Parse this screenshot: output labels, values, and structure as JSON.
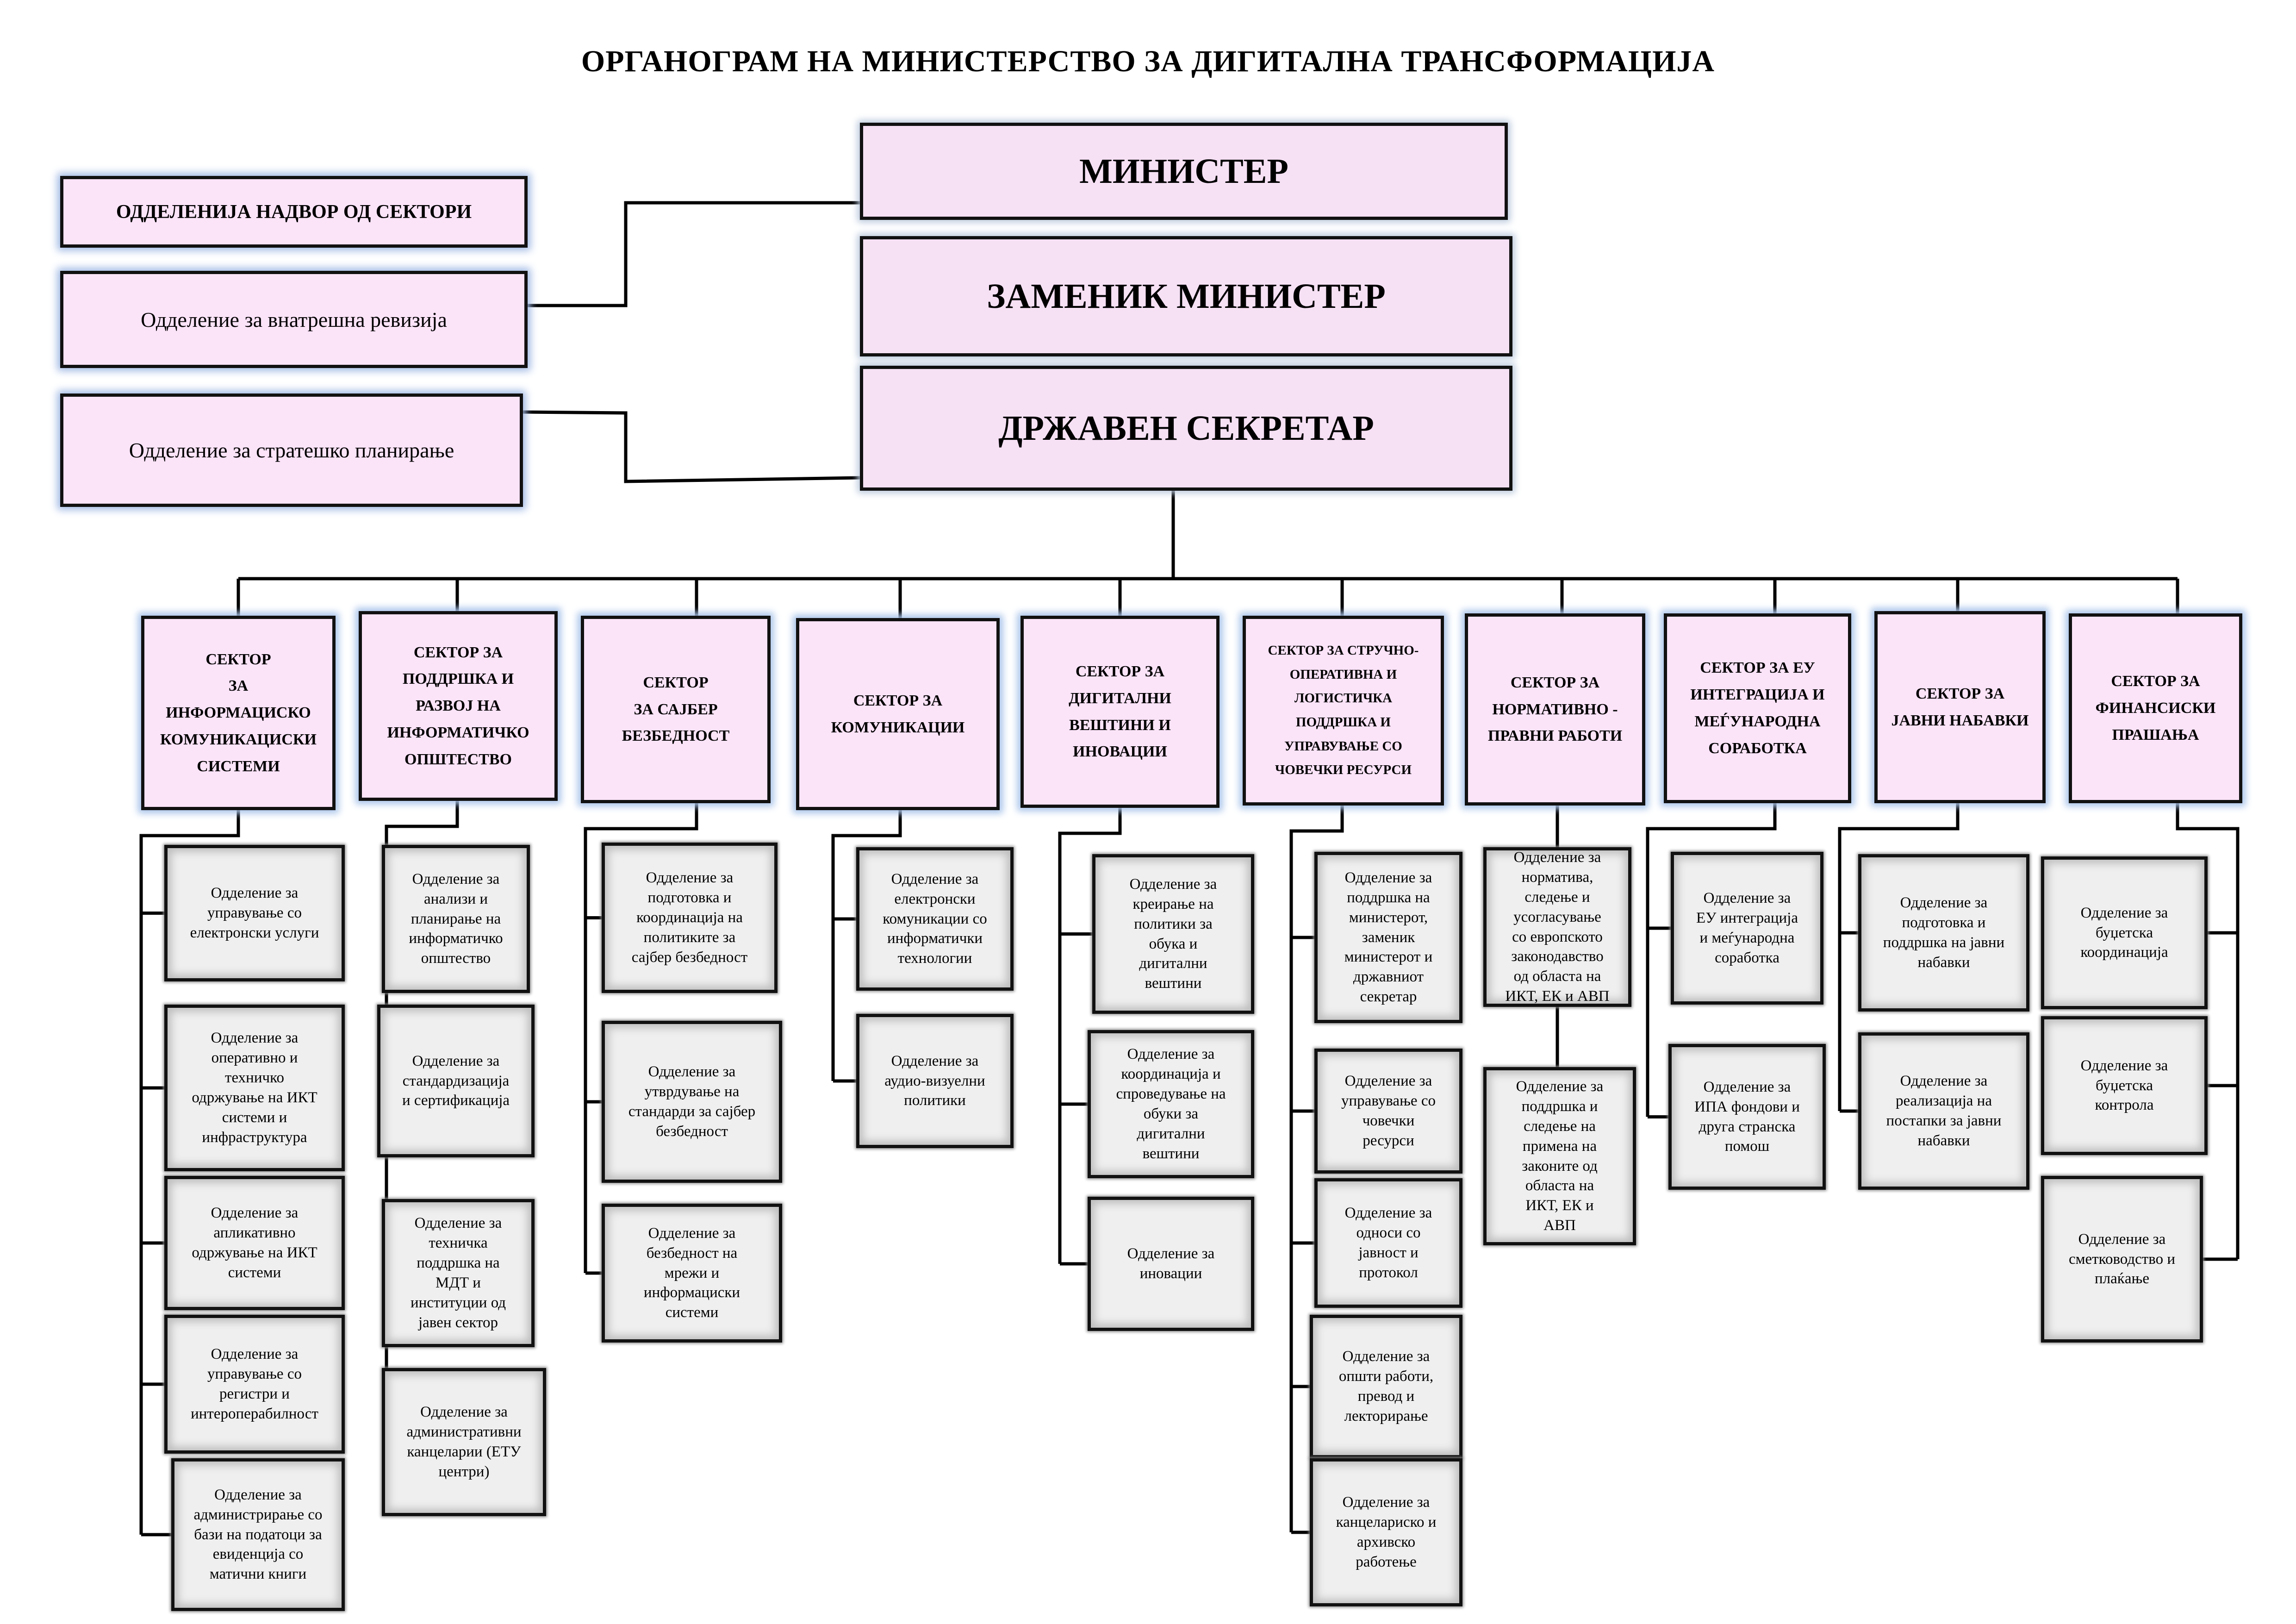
{
  "title": "ОРГАНОГРАМ НА МИНИСТЕРСТВО ЗА ДИГИТАЛНА ТРАНСФОРМАЦИЈА",
  "top": {
    "minister": "МИНИСТЕР",
    "deputy": "ЗАМЕНИК МИНИСТЕР",
    "secretary": "ДРЖАВЕН СЕКРЕТАР"
  },
  "side": {
    "header": "ОДДЕЛЕНИЈА НАДВОР ОД СЕКТОРИ",
    "items": [
      "Одделение за внатрешна ревизија",
      "Одделение за стратешко планирање"
    ]
  },
  "sectors": [
    {
      "name": "СЕКТОР\nЗА\nИНФОРМАЦИСКО\nКОМУНИКАЦИСКИ\nСИСТЕМИ",
      "departments": [
        "Одделение за\nуправување со\nелектронски услуги",
        "Одделение за\nоперативно и\nтехничко\nодржување на ИКТ\nсистеми и\nинфраструктура",
        "Одделение за\nапликативно\nодржување на ИКТ\nсистеми",
        "Одделение за\nуправување со\nрегистри и\nинтероперабилност",
        "Одделение за\nадминистрирање со\nбази на податоци за\nевиденција со\nматични книги"
      ]
    },
    {
      "name": "СЕКТОР ЗА\nПОДДРШКА И\nРАЗВОЈ НА\nИНФОРМАТИЧКО\nОПШТЕСТВО",
      "departments": [
        "Одделение за\nанализи и\nпланирање на\nинформатичко\nопштество",
        "Одделение за\nстандардизација\nи сертификација",
        "Одделение за\nтехничка\nподдршка на\nМДТ и\nинституции од\nјавен сектор",
        "Одделение за\nадминистративни\nканцеларии (ЕТУ\nцентри)"
      ]
    },
    {
      "name": "СЕКТОР\nЗА САЈБЕР\nБЕЗБЕДНОСТ",
      "departments": [
        "Одделение за\nподготовка и\nкоординација на\nполитиките за\nсајбер безбедност",
        "Одделение за\nутврдување на\nстандарди за сајбер\nбезбедност",
        "Одделение за\nбезбедност на\nмрежи и\nинформациски\nсистеми"
      ]
    },
    {
      "name": "СЕКТОР ЗА\nКОМУНИКАЦИИ",
      "departments": [
        "Одделение за\nелектронски\nкомуникации со\nинформатички\nтехнологии",
        "Одделение за\nаудио-визуелни\nполитики"
      ]
    },
    {
      "name": "СЕКТОР ЗА\nДИГИТАЛНИ\nВЕШТИНИ И\nИНОВАЦИИ",
      "departments": [
        "Одделение за\nкреирање на\nполитики за\nобука и\nдигитални\nвештини",
        "Одделение за\nкоординација и\nспроведување на\nобуки за\nдигитални\nвештини",
        "Одделение за\nиновации"
      ]
    },
    {
      "name": "СЕКТОР ЗА СТРУЧНО-\nОПЕРАТИВНА И\nЛОГИСТИЧКА\nПОДДРШКА И\nУПРАВУВАЊЕ СО\nЧОВЕЧКИ РЕСУРСИ",
      "departments": [
        "Одделение за\nподдршка на\nминистерот,\nзаменик\nминистерот и\nдржавниот\nсекретар",
        "Одделение за\nуправување со\nчовечки\nресурси",
        "Одделение за\nодноси со\nјавност и\nпротокол",
        "Одделение за\nопшти работи,\nпревод и\nлекторирање",
        "Одделение за\nканцелариско и\nархивско\nработење"
      ]
    },
    {
      "name": "СЕКТОР ЗА\nНОРМАТИВНО -\nПРАВНИ РАБОТИ",
      "departments": [
        "Одделение за\nнорматива,\nследење и\nусогласување\nсо европското\nзаконодавство\nод областа на\nИКТ, ЕК и АВП",
        "Одделение за\nподдршка и\nследење на\nпримена на\nзаконите од\nобласта на\nИКТ, ЕК и\nАВП"
      ]
    },
    {
      "name": "СЕКТОР ЗА ЕУ\nИНТЕГРАЦИЈА И\nМЕЃУНАРОДНА\nСОРАБОТКА",
      "departments": [
        "Одделение за\nЕУ интеграција\nи меѓународна\nсоработка",
        "Одделение за\nИПА фондови и\nдруга странска\nпомош"
      ]
    },
    {
      "name": "СЕКТОР ЗА\nЈАВНИ НАБАВКИ",
      "departments": [
        "Одделение за\nподготовка и\nподдршка на јавни\nнабавки",
        "Одделение за\nреализација на\nпостапки за јавни\nнабавки"
      ]
    },
    {
      "name": "СЕКТОР ЗА\nФИНАНСИСКИ\nПРАШАЊА",
      "departments": [
        "Одделение за\nбуџетска\nкоординација",
        "Одделение за\nбуџетска\nконтрола",
        "Одделение за\nсметководство и\nплаќање"
      ]
    }
  ]
}
